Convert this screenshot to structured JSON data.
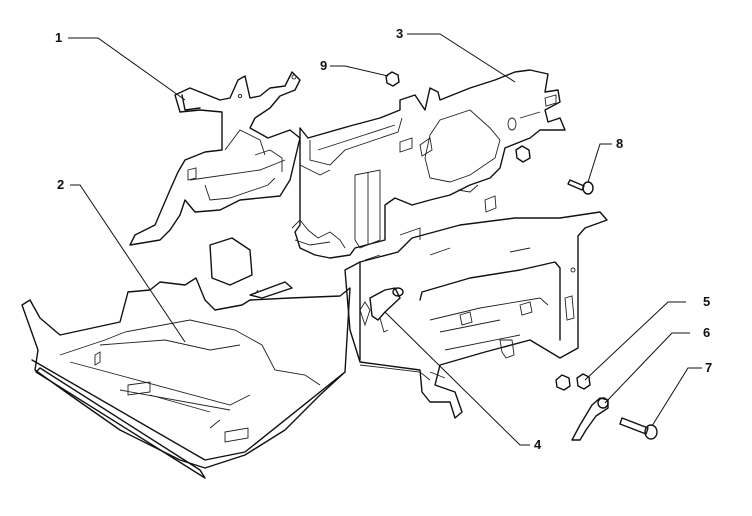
{
  "diagram": {
    "callouts": [
      {
        "id": "1",
        "label": "1"
      },
      {
        "id": "2",
        "label": "2"
      },
      {
        "id": "3",
        "label": "3"
      },
      {
        "id": "4",
        "label": "4"
      },
      {
        "id": "5",
        "label": "5"
      },
      {
        "id": "6",
        "label": "6"
      },
      {
        "id": "7",
        "label": "7"
      },
      {
        "id": "8",
        "label": "8"
      },
      {
        "id": "9",
        "label": "9"
      }
    ],
    "stroke_color": "#111111",
    "background_color": "#ffffff"
  }
}
